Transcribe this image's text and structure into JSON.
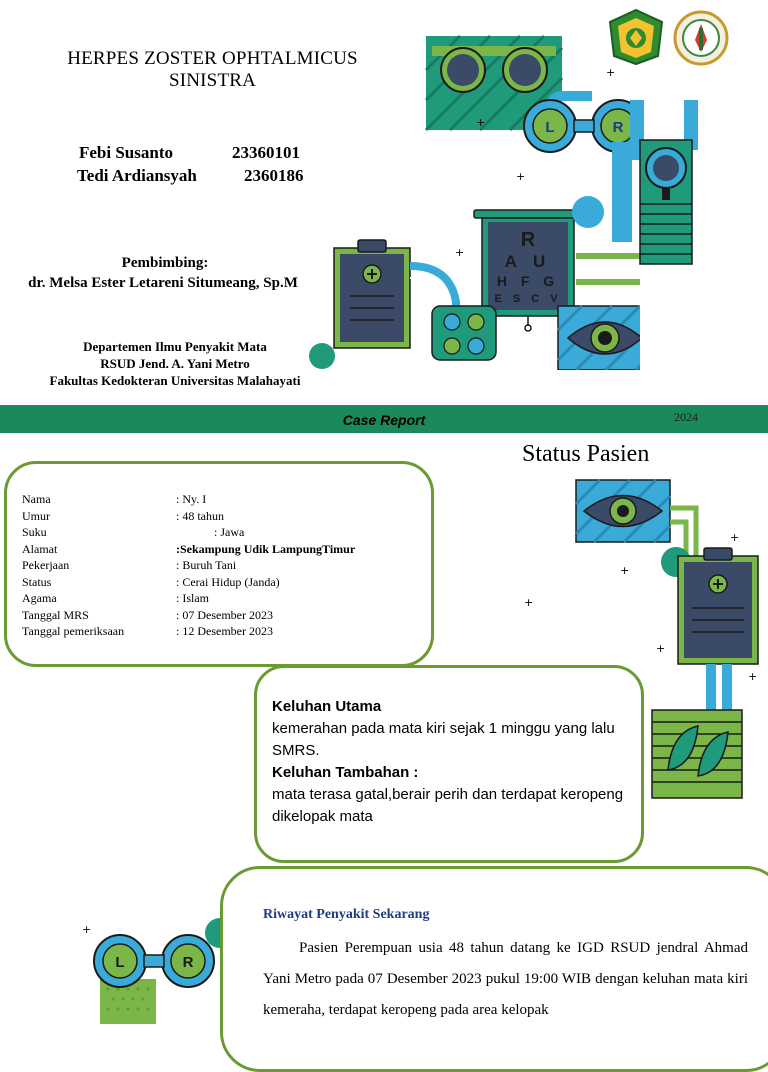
{
  "cover": {
    "title_line1": "HERPES ZOSTER OPHTALMICUS",
    "title_line2": "SINISTRA",
    "authors": [
      {
        "name": "Febi Susanto",
        "id": "23360101"
      },
      {
        "name": "Tedi Ardiansyah",
        "id": "2360186"
      }
    ],
    "supervisor_label": "Pembimbing:",
    "supervisor_name": "dr. Melsa Ester Letareni Situmeang, Sp.M",
    "department": "Departemen Ilmu Penyakit Mata",
    "hospital": "RSUD Jend. A. Yani Metro",
    "faculty": "Fakultas Kedokteran Universitas Malahayati",
    "eye_chart": {
      "row1": "R",
      "row2": "A U",
      "row3": "H F G",
      "row4": "E S C V"
    },
    "lens_left": "L",
    "lens_right": "R"
  },
  "band": {
    "title": "Case Report",
    "year": "2024"
  },
  "status": {
    "title": "Status Pasien",
    "fields": [
      {
        "label": "Nama",
        "value": ": Ny. I"
      },
      {
        "label": "Umur",
        "value": ": 48 tahun"
      },
      {
        "label": "Suku",
        "value": ": Jawa"
      },
      {
        "label": "Alamat",
        "value": ":Sekampung Udik LampungTimur"
      },
      {
        "label": "Pekerjaan",
        "value": ": Buruh Tani"
      },
      {
        "label": "Status",
        "value": ": Cerai Hidup (Janda)"
      },
      {
        "label": "Agama",
        "value": ": Islam"
      },
      {
        "label": "Tanggal MRS",
        "value": ": 07 Desember 2023"
      },
      {
        "label": "Tanggal pemeriksaan",
        "value": ": 12 Desember 2023"
      }
    ]
  },
  "keluhan": {
    "utama_label": "Keluhan Utama",
    "utama_text": "kemerahan pada mata kiri sejak 1 minggu yang lalu SMRS.",
    "tambahan_label": "Keluhan Tambahan :",
    "tambahan_text": "mata terasa gatal,berair perih dan terdapat keropeng dikelopak mata"
  },
  "riwayat": {
    "heading": "Riwayat Penyakit Sekarang",
    "text": "Pasien Perempuan  usia 48 tahun datang ke IGD RSUD jendral Ahmad Yani Metro pada 07 Desember 2023 pukul 19:00 WIB dengan keluhan mata kiri kemeraha, terdapat keropeng pada area kelopak"
  },
  "colors": {
    "green_dark": "#1b8a5a",
    "green_light": "#7ab648",
    "blue": "#3aaad8",
    "navy": "#3b4a66",
    "teal": "#1f9a7a"
  }
}
